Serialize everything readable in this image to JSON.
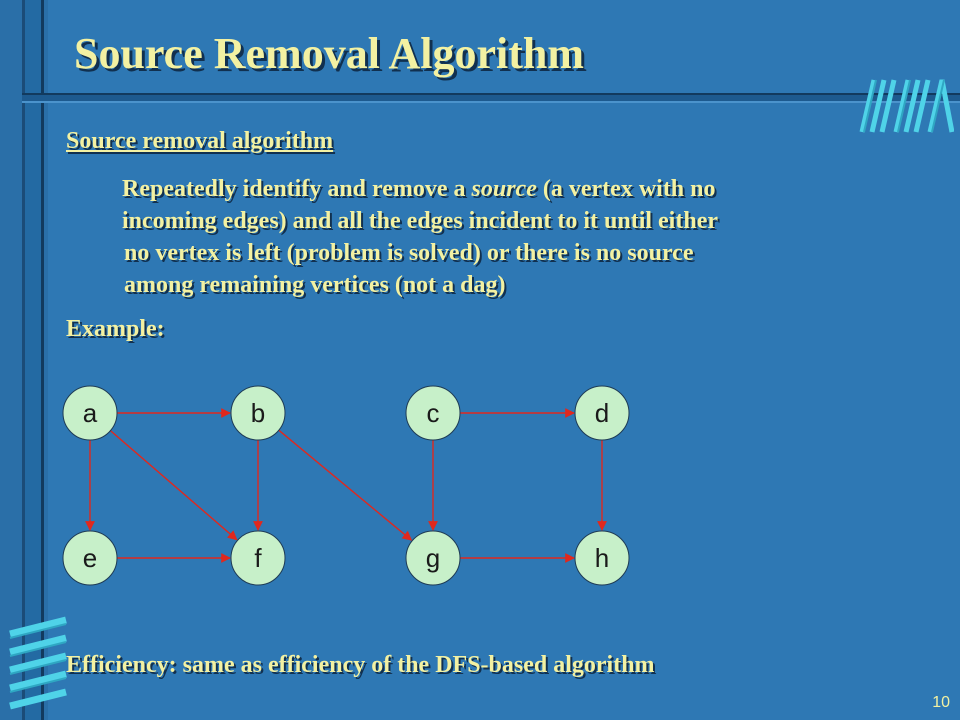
{
  "slide": {
    "title": "Source Removal Algorithm",
    "heading": "Source removal algorithm",
    "description_lines": [
      "Repeatedly identify and remove a ",
      "source",
      " (a vertex with no",
      "incoming edges) and all the edges incident to it until either",
      "no vertex is left (problem is solved) or there is no source",
      "among remaining vertices (not a dag)"
    ],
    "example_label": "Example:",
    "efficiency": "Efficiency: same as efficiency of the DFS-based algorithm",
    "page_number": "10"
  },
  "graph": {
    "nodes": [
      "a",
      "b",
      "c",
      "d",
      "e",
      "f",
      "g",
      "h"
    ],
    "edges": [
      [
        "a",
        "b"
      ],
      [
        "a",
        "e"
      ],
      [
        "a",
        "f"
      ],
      [
        "b",
        "f"
      ],
      [
        "b",
        "g"
      ],
      [
        "c",
        "d"
      ],
      [
        "c",
        "g"
      ],
      [
        "d",
        "h"
      ],
      [
        "e",
        "f"
      ],
      [
        "g",
        "h"
      ]
    ]
  },
  "colors": {
    "background": "#2e78b4",
    "text": "#f3f1a2",
    "node_fill": "#c7f0c9",
    "edge": "#e0281e"
  }
}
